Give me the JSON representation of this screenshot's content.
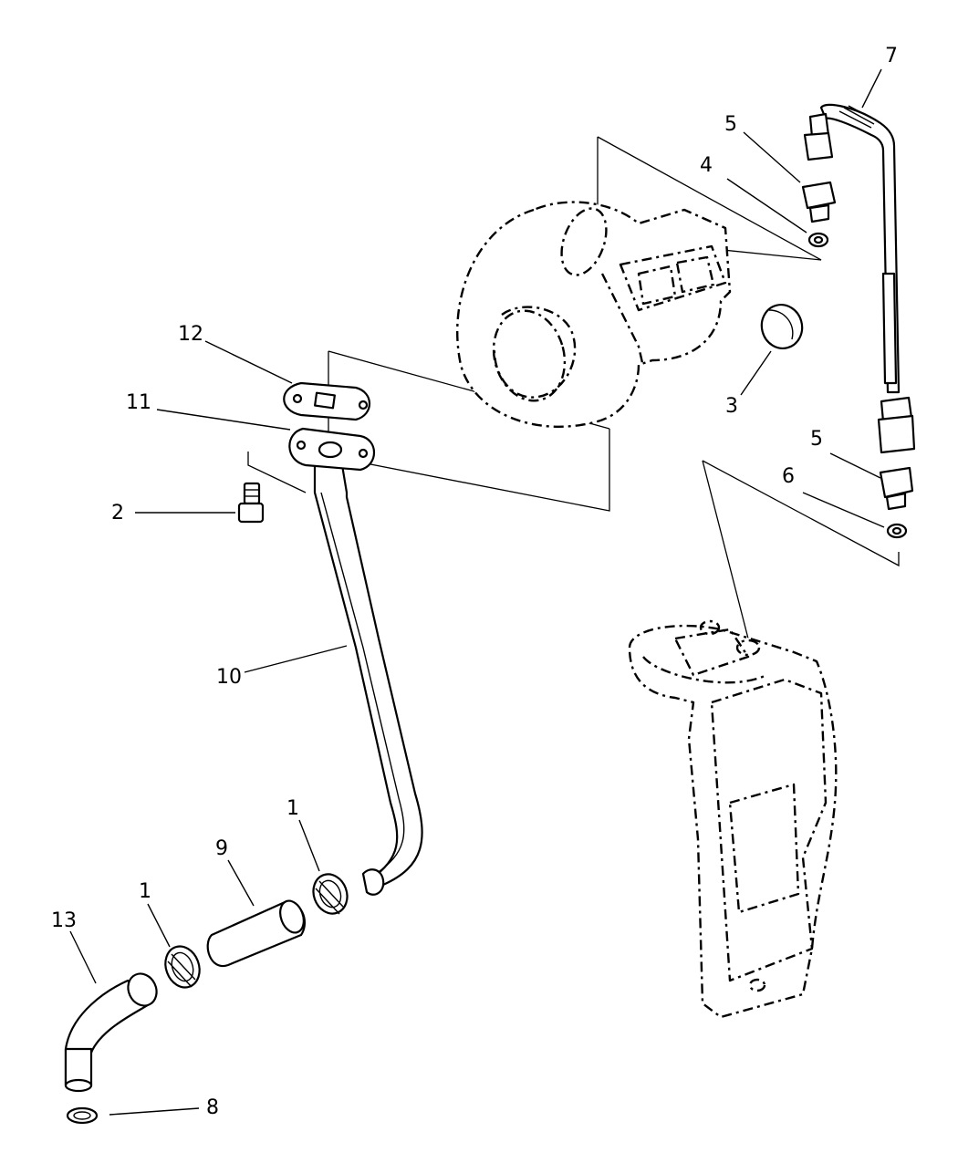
{
  "diagram": {
    "callouts": [
      {
        "id": "c1a",
        "label": "1"
      },
      {
        "id": "c1b",
        "label": "1"
      },
      {
        "id": "c2",
        "label": "2"
      },
      {
        "id": "c3",
        "label": "3"
      },
      {
        "id": "c4",
        "label": "4"
      },
      {
        "id": "c5a",
        "label": "5"
      },
      {
        "id": "c5b",
        "label": "5"
      },
      {
        "id": "c6",
        "label": "6"
      },
      {
        "id": "c7",
        "label": "7"
      },
      {
        "id": "c8",
        "label": "8"
      },
      {
        "id": "c9",
        "label": "9"
      },
      {
        "id": "c10",
        "label": "10"
      },
      {
        "id": "c11",
        "label": "11"
      },
      {
        "id": "c12",
        "label": "12"
      },
      {
        "id": "c13",
        "label": "13"
      }
    ]
  }
}
